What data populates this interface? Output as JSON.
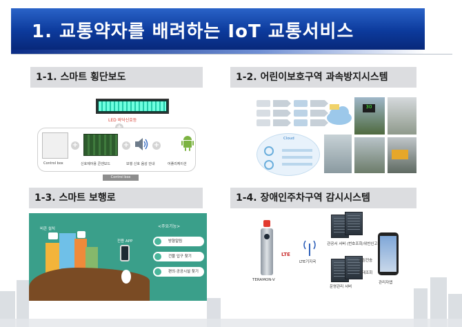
{
  "banner": {
    "title": "1. 교통약자를 배려하는 IoT 교통서비스"
  },
  "sections": {
    "s11": {
      "title": "1-1. 스마트 횡단보도"
    },
    "s12": {
      "title": "1-2. 어린이보호구역 과속방지시스템"
    },
    "s13": {
      "title": "1-3. 스마트 보행로"
    },
    "s14": {
      "title": "1-4. 장애인주차구역 감시시스템"
    }
  },
  "panel11": {
    "led_label": "LED 바닥신호등",
    "captions": [
      "Control box",
      "신호제어용 콘센보드",
      "보행 신호 음성 안내",
      "어플리케이션"
    ],
    "control_tab": "Control box"
  },
  "panel12": {
    "cloud_label": "Cloud"
  },
  "panel13": {
    "pole_label": "비콘 설치",
    "app_label": "전용 APP",
    "functions_heading": "<주요기능>",
    "functions": [
      "방향알림",
      "건물 입구 찾기",
      "편의·공공시설 찾기"
    ]
  },
  "panel14": {
    "device_label": "TERAMON-V",
    "lte_label": "LTE기지국",
    "server_top": "관공서 서버 (번호조회/위반신고)",
    "server_bottom": "운영관리 서버",
    "arrow_top": "알림전송",
    "arrow_bottom": "상태조회",
    "phone_label": "관리자앱"
  },
  "colors": {
    "banner": "#0c3a9c",
    "section_bg": "#dcdde0",
    "walk_bg": "#3a9f8a"
  }
}
